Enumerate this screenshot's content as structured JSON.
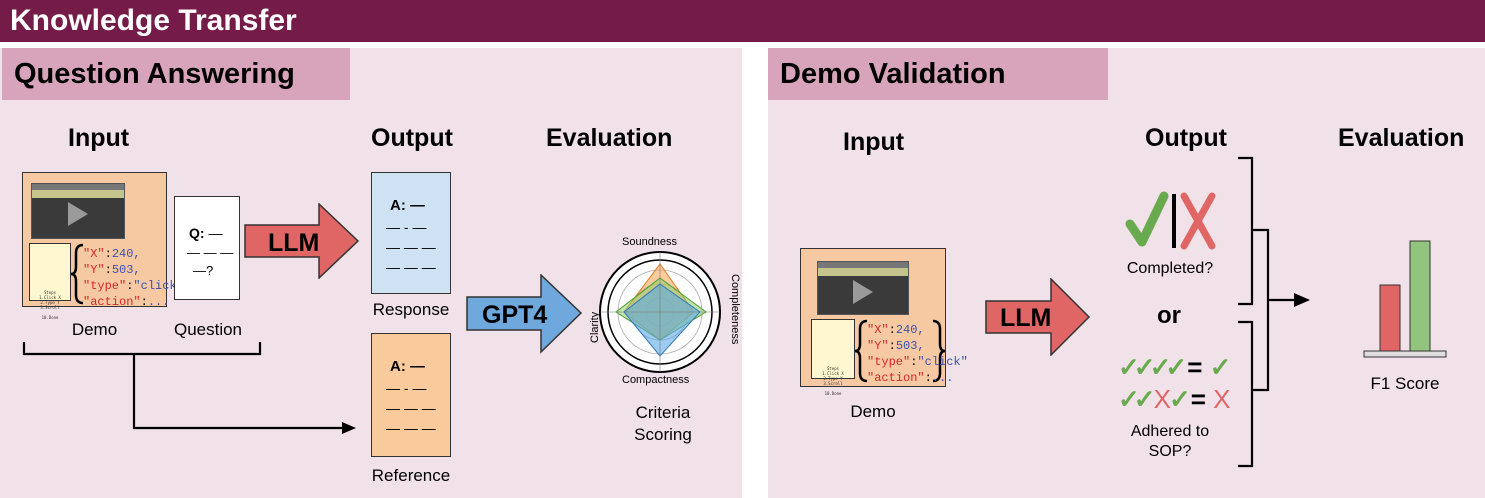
{
  "header": {
    "title": "Knowledge Transfer"
  },
  "qa": {
    "title": "Question Answering",
    "input_label": "Input",
    "output_label": "Output",
    "evaluation_label": "Evaluation",
    "demo_label": "Demo",
    "question_label": "Question",
    "question_text": {
      "q": "Q:",
      "line2": "— — —",
      "line3": "—?"
    },
    "llm_label": "LLM",
    "gpt_label": "GPT4",
    "response_label": "Response",
    "reference_label": "Reference",
    "answer_lines": [
      "A: —",
      "— - —",
      "— — —",
      "— — —"
    ],
    "radar": {
      "axes": [
        "Soundness",
        "Completeness",
        "Compactness",
        "Clarity"
      ]
    },
    "criteria_label": "Criteria\nScoring",
    "code": [
      {
        "key": "\"X\"",
        "val": "240,"
      },
      {
        "key": "\"Y\"",
        "val": "503,"
      },
      {
        "key": "\"type\"",
        "val": "\"click\""
      },
      {
        "key": "\"action\"",
        "val": "..."
      }
    ],
    "sop_mini": "Steps\n1.Click X\n2.Type Y\n3.Scroll\n\n10.Done"
  },
  "dv": {
    "title": "Demo Validation",
    "input_label": "Input",
    "output_label": "Output",
    "evaluation_label": "Evaluation",
    "demo_label": "Demo",
    "llm_label": "LLM",
    "completed_label": "Completed?",
    "or_label": "or",
    "adhered_label": "Adhered to\nSOP?",
    "f1_label": "F1 Score",
    "eq1": "= ",
    "eq2": "= ",
    "check_sym": "✓",
    "cross_sym": "X",
    "colors": {
      "check": "#6aaa4f",
      "cross": "#e06666",
      "bar_red": "#e06666",
      "bar_green": "#93c47d"
    },
    "chart_data": {
      "type": "bar",
      "categories": [
        "",
        ""
      ],
      "values": [
        0.6,
        1.0
      ],
      "title": "",
      "xlabel": "F1 Score",
      "ylabel": ""
    }
  }
}
